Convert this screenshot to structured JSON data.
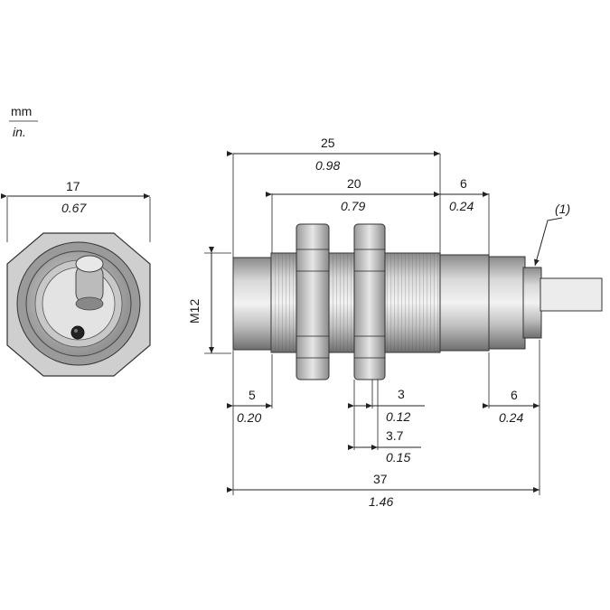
{
  "units": {
    "primary": "mm",
    "secondary": "in."
  },
  "front_view": {
    "width_mm": "17",
    "width_in": "0.67"
  },
  "side_view": {
    "thread_label": "M12",
    "total_body_mm": "25",
    "total_body_in": "0.98",
    "threaded_mm": "20",
    "threaded_in": "0.79",
    "tail_mm": "6",
    "tail_in": "0.24",
    "callout": "(1)",
    "front_mm": "5",
    "front_in": "0.20",
    "nut_mm": "3",
    "nut_in": "0.12",
    "nut_gap_mm": "3.7",
    "nut_gap_in": "0.15",
    "rear_mm": "6",
    "rear_in": "0.24",
    "overall_mm": "37",
    "overall_in": "1.46"
  }
}
